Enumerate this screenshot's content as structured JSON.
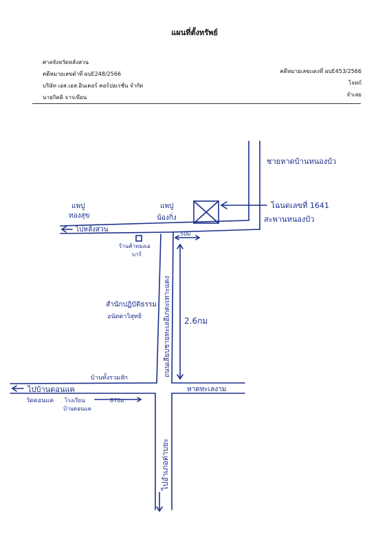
{
  "header": {
    "title": "แผนที่ตั้งทรัพย์",
    "left": [
      "ศาลจังหวัดหลังสวน",
      "คดีหมายเลขดำที่ ผบE248/2566",
      "บริษัท เอส.เอส.อินเตอร์ คอร์ปอเรชั่น จำกัด",
      "นายกิตติ จารเขียน"
    ],
    "right": [
      "คดีหมายเลขแดงที่ ผบE453/2566",
      "โจทก์",
      "จำเลย"
    ]
  },
  "map": {
    "ink_color": "#1b2f8a",
    "labels": {
      "top_road": "ชายหาดบ้านหนองบัว",
      "house_a_1": "แพปู",
      "house_a_2": "ทองสุข",
      "house_b_1": "แพปู",
      "house_b_2": "น้องกิ่ง",
      "deed": "โฉนดเลขที่ 1641",
      "pond": "สะพานหนองบัว",
      "to_langsuan": "ไปหลังสวน",
      "shop_1": "ร้านค้าทองเอ",
      "shop_2": "บาร์",
      "distance_small": "50ม",
      "vertical_road": "ถนนเลียบชายทะเลอีเกตะเทาะแดง",
      "office_1": "สำนักปฏิบัติธรรม",
      "office_2": "อนัตตาวิสุทธิ",
      "distance_main": "2.6กม",
      "village": "บ้านทั้งรวมสัก",
      "to_bandonhaet": "ไปบ้านดอนแค",
      "wat_bottom": "วัดดอนแค",
      "school_1": "โรงเรียน",
      "school_2": "บ้านดอนแค",
      "distance_bottom": "870ม",
      "beach_road": "หาดทะเลงาม",
      "to_amphoe": "ไปอำเภอต่าบยะ"
    }
  }
}
